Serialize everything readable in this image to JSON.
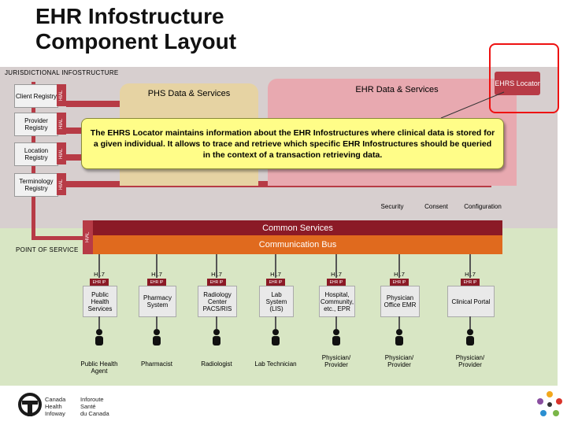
{
  "title": {
    "line1": "EHR Infostructure",
    "line2": "Component Layout"
  },
  "jurisdictional_label": "JURISDICTIONAL INFOSTRUCTURE",
  "point_of_service_label": "POINT OF SERVICE",
  "registries": [
    {
      "name": "Client Registry",
      "tab": "HIAL"
    },
    {
      "name": "Provider Registry",
      "tab": "HIAL"
    },
    {
      "name": "Location Registry",
      "tab": "HIAL"
    },
    {
      "name": "Terminology Registry",
      "tab": "HIAL"
    }
  ],
  "phs_label": "PHS Data & Services",
  "ehr_label": "EHR Data & Services",
  "locator_label": "EHRS Locator",
  "callout_text": "The EHRS Locator maintains information about the EHR Infostructures where clinical data is stored for a given individual. It allows to trace and retrieve which specific EHR Infostructures should be queried in the context of a transaction retrieving data.",
  "service_tabs": {
    "security": "Security",
    "consent": "Consent",
    "configuration": "Configuration"
  },
  "hial_vertical": "HIAL",
  "common_services": "Common Services",
  "communication_bus": "Communication Bus",
  "pos_systems": [
    {
      "hl7": "HL7",
      "ehrip": "EHR IP",
      "system": "Public Health Services",
      "role": "Public Health Agent"
    },
    {
      "hl7": "HL7",
      "ehrip": "EHR IP",
      "system": "Pharmacy System",
      "role": "Pharmacist"
    },
    {
      "hl7": "HL7",
      "ehrip": "EHR IP",
      "system": "Radiology Center PACS/RIS",
      "role": "Radiologist"
    },
    {
      "hl7": "HL7",
      "ehrip": "EHR IP",
      "system": "Lab System (LIS)",
      "role": "Lab Technician"
    },
    {
      "hl7": "HL7",
      "ehrip": "EHR IP",
      "system": "Hospital, Community, etc., EPR",
      "role": "Physician/ Provider"
    },
    {
      "hl7": "HL7",
      "ehrip": "EHR IP",
      "system": "Physician Office EMR",
      "role": "Physician/ Provider"
    },
    {
      "hl7": "HL7",
      "ehrip": "EHR IP",
      "system": "Clinical Portal",
      "role": "Physician/ Provider"
    }
  ],
  "logo": {
    "en": [
      "Canada",
      "Health",
      "Infoway"
    ],
    "fr": [
      "Inforoute",
      "Santé",
      "du Canada"
    ]
  },
  "colors": {
    "hial_red": "#b73b46",
    "common_services": "#8b1a26",
    "communication_bus": "#e06a1e",
    "callout": "#fffd88"
  }
}
